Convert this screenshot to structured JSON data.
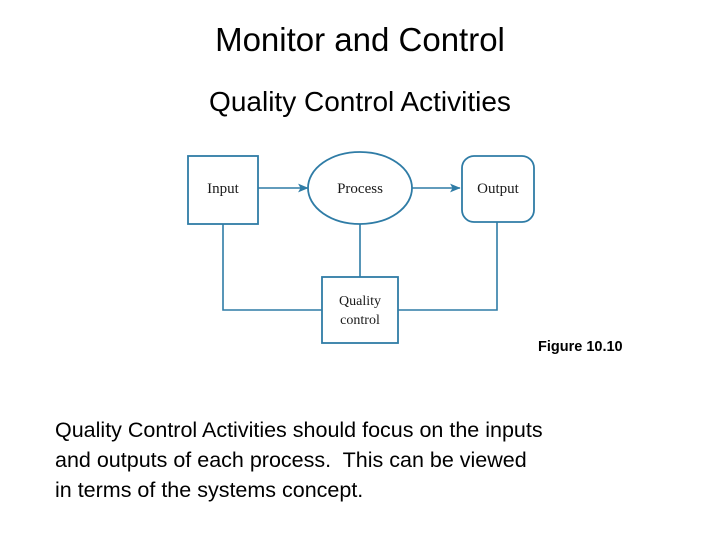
{
  "slide": {
    "title": "Monitor and Control",
    "subtitle": "Quality Control Activities",
    "figure_caption": "Figure 10.10",
    "background_color": "#ffffff",
    "text_color": "#000000"
  },
  "diagram": {
    "accent_color": "#2f7ca6",
    "nodes": [
      {
        "id": "input",
        "label": "Input",
        "shape": "rectangle"
      },
      {
        "id": "process",
        "label": "Process",
        "shape": "ellipse"
      },
      {
        "id": "output",
        "label": "Output",
        "shape": "rounded-rectangle"
      },
      {
        "id": "quality-control",
        "label_line1": "Quality",
        "label_line2": "control",
        "shape": "rectangle"
      }
    ],
    "connectors": [
      {
        "from": "input",
        "to": "process",
        "style": "arrow"
      },
      {
        "from": "process",
        "to": "output",
        "style": "arrow"
      },
      {
        "from": "input",
        "to": "quality-control",
        "style": "line"
      },
      {
        "from": "process",
        "to": "quality-control",
        "style": "line"
      },
      {
        "from": "output",
        "to": "quality-control",
        "style": "line"
      }
    ]
  },
  "body": {
    "line1": "Quality Control Activities should focus on the inputs",
    "line2": "and outputs of each process.  This can be viewed",
    "line3": "in terms of the systems concept."
  }
}
